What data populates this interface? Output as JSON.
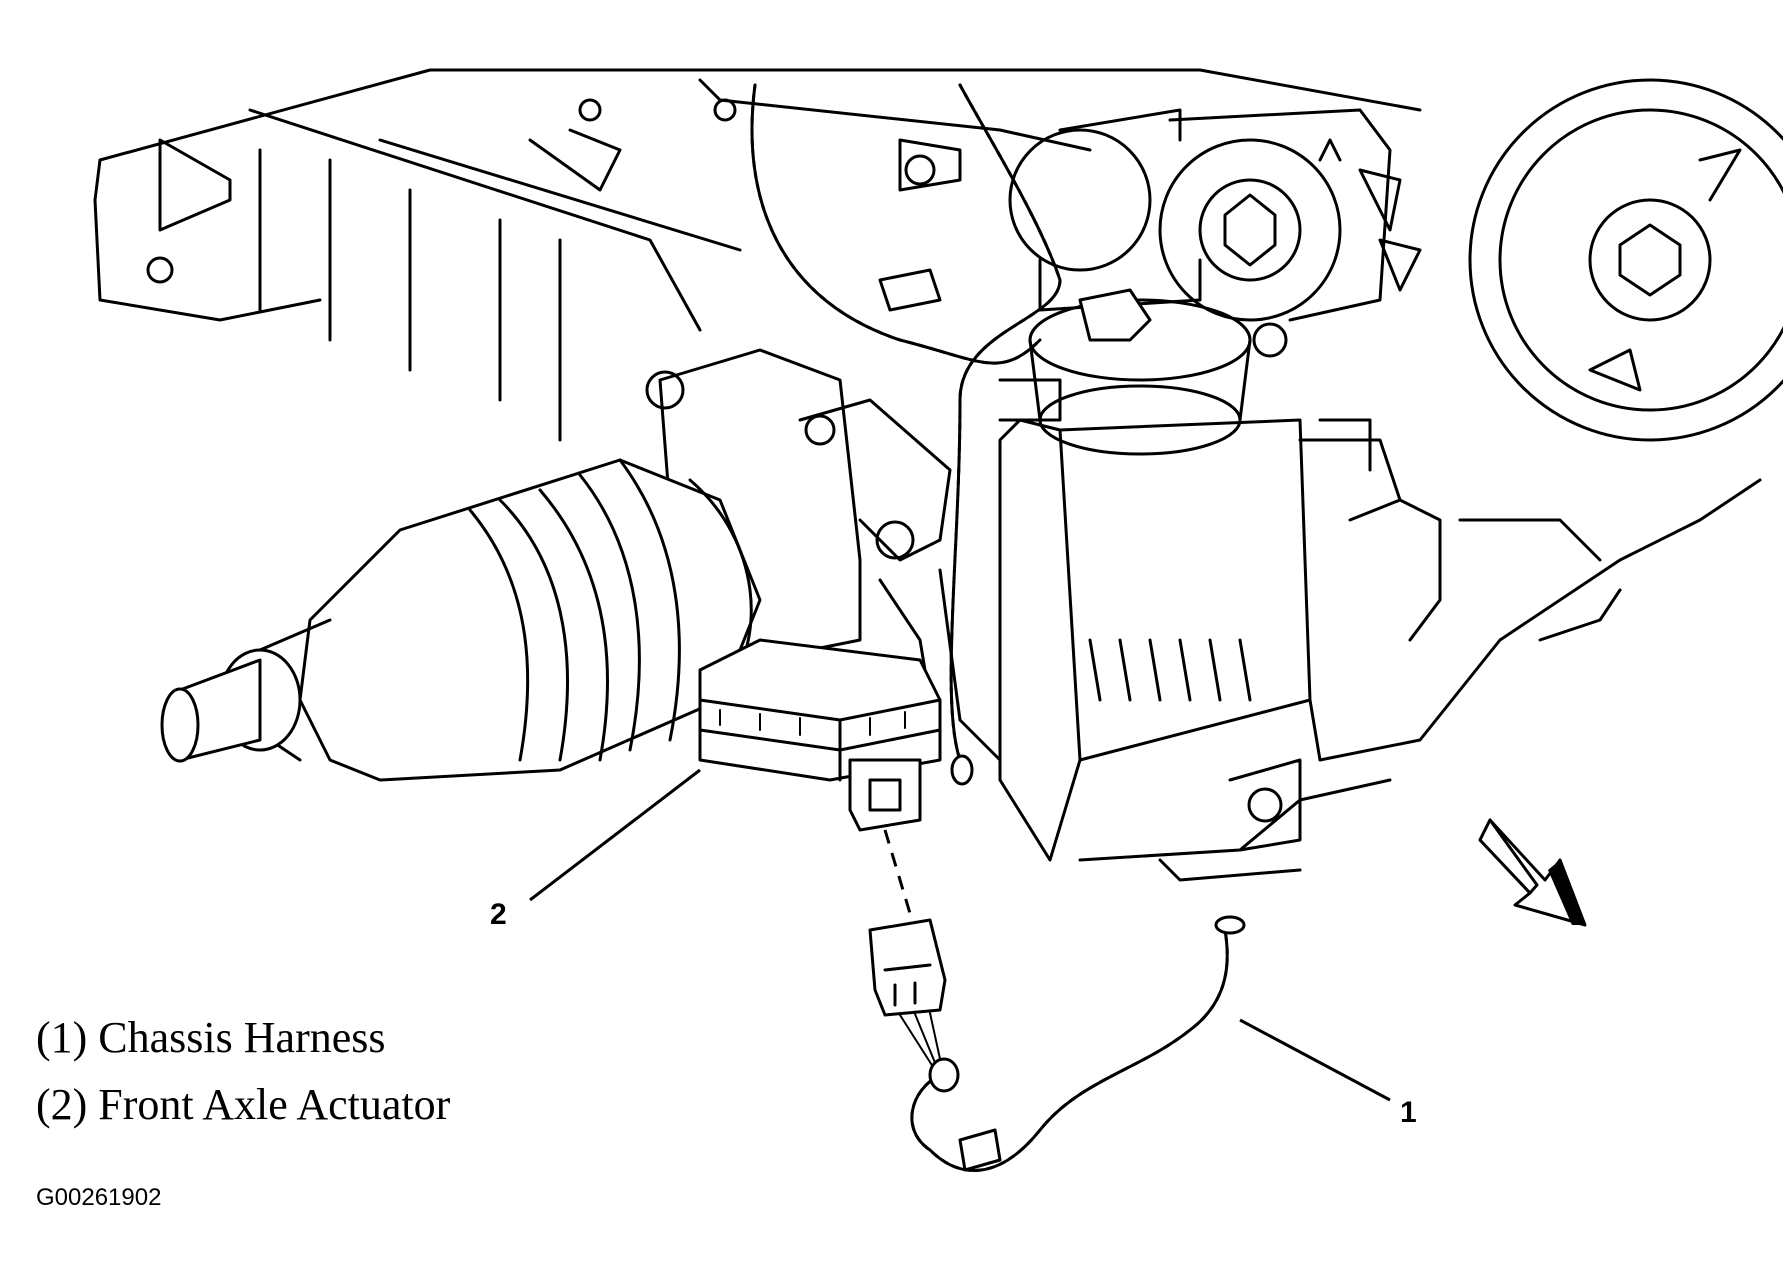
{
  "figure": {
    "id_code": "G00261902"
  },
  "callouts": [
    {
      "number": "1",
      "label": "(1) Chassis Harness"
    },
    {
      "number": "2",
      "label": "(2) Front Axle Actuator"
    }
  ],
  "icons": {
    "direction_arrow": "front-direction-arrow-icon"
  }
}
